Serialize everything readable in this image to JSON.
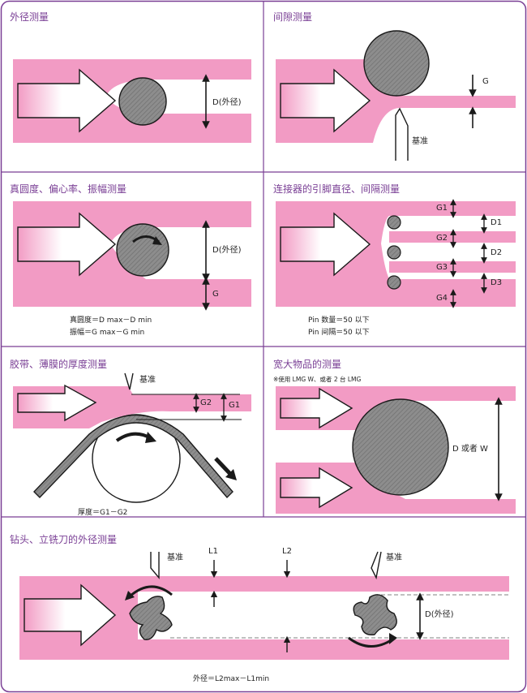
{
  "colors": {
    "pink": "#f29bc4",
    "purple": "#7a3f95",
    "gray": "#838383",
    "dark": "#1a1a1a",
    "white": "#ffffff"
  },
  "panels": [
    {
      "title": "外径测量",
      "labels": {
        "d": "D(外径)"
      }
    },
    {
      "title": "间隙测量",
      "labels": {
        "g": "G",
        "ref": "基准"
      }
    },
    {
      "title": "真圆度、偏心率、振幅测量",
      "labels": {
        "d": "D(外径)",
        "g": "G"
      },
      "notes": [
        "真圆度＝D max－D min",
        "振幅＝G max－G min"
      ]
    },
    {
      "title": "连接器的引脚直径、间隔测量",
      "labels": {
        "g1": "G1",
        "g2": "G2",
        "g3": "G3",
        "g4": "G4",
        "d1": "D1",
        "d2": "D2",
        "d3": "D3"
      },
      "notes": [
        "Pin 数量＝50 以下",
        "Pin 间隔＝50 以下"
      ]
    },
    {
      "title": "胶带、薄膜的厚度测量",
      "labels": {
        "ref": "基准",
        "g1": "G1",
        "g2": "G2"
      },
      "notes": [
        "厚度＝G1－G2"
      ]
    },
    {
      "title": "宽大物品的测量",
      "subtitle": "※使用 LMG W、或者 2 台 LMG",
      "labels": {
        "d": "D 或者 W"
      }
    },
    {
      "title": "钻头、立铣刀的外径测量",
      "labels": {
        "ref1": "基准",
        "ref2": "基准",
        "l1": "L1",
        "l2": "L2",
        "d": "D(外径)"
      },
      "notes": [
        "外径＝L2max－L1min"
      ]
    }
  ]
}
